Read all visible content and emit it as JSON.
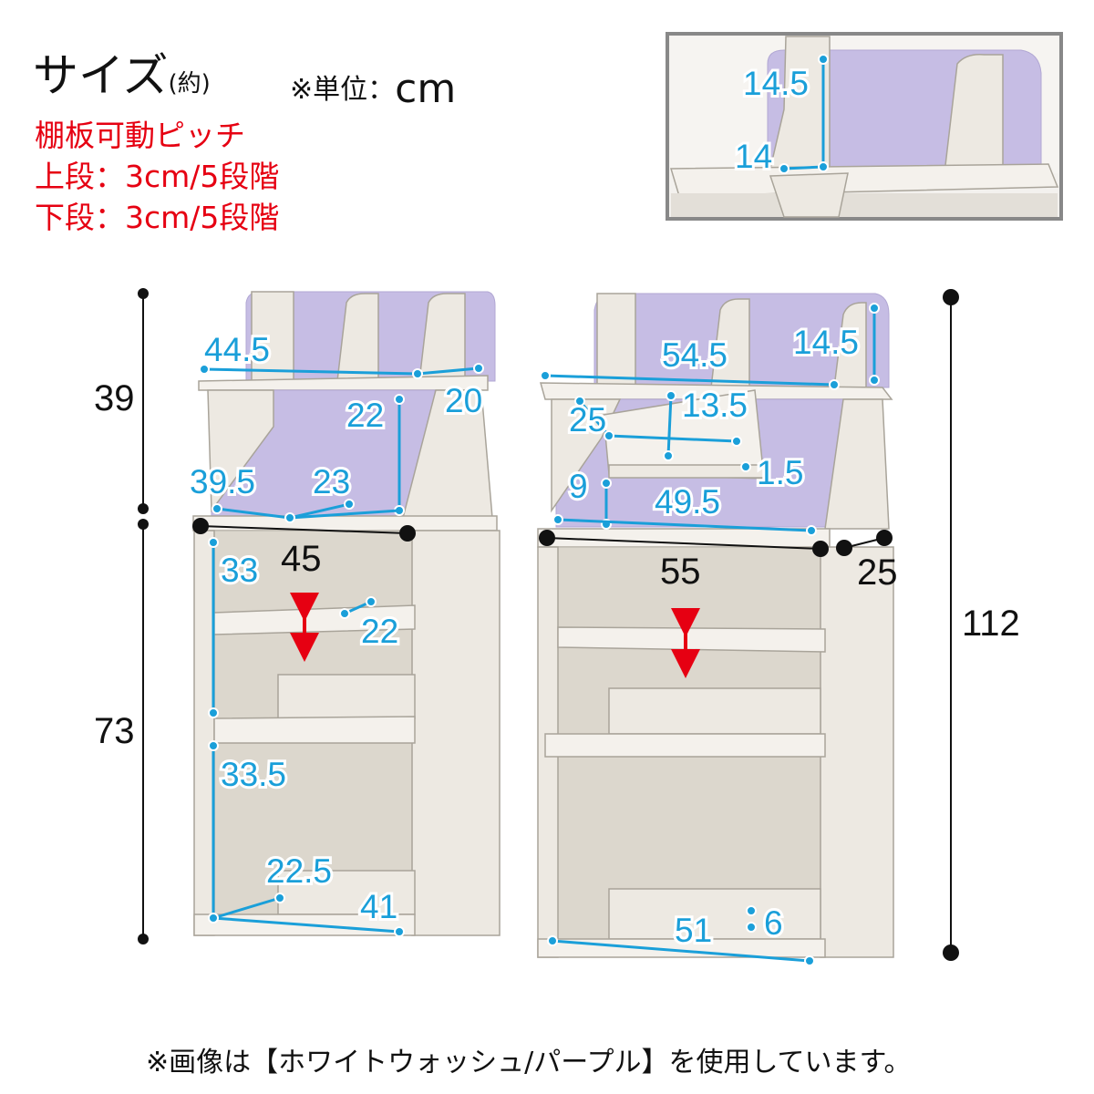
{
  "header": {
    "title": "サイズ",
    "title_note": "(約)",
    "unit_label": "※単位：",
    "unit_value": "cm"
  },
  "shelf_pitch": {
    "heading": "棚板可動ピッチ",
    "upper": "上段：3cm/5段階",
    "lower": "下段：3cm/5段階"
  },
  "inset": {
    "divider_height": "14.5",
    "divider_depth": "14"
  },
  "left_unit": {
    "top_section_height": "39",
    "bottom_section_height": "73",
    "top_width": "44.5",
    "top_depth": "20",
    "hutch_inner_height": "22",
    "hutch_inner_width": "39.5",
    "hutch_inner_depth": "23",
    "width": "45",
    "upper_space_height": "33",
    "shelf_depth": "22",
    "lower_space_height": "33.5",
    "bottom_depth": "22.5",
    "bottom_width": "41"
  },
  "right_unit": {
    "top_width": "54.5",
    "divider_height": "14.5",
    "board_height": "25",
    "board_width": "13.5",
    "board_lip": "1.5",
    "hutch_inner_height": "9",
    "hutch_inner_width": "49.5",
    "width": "55",
    "depth": "25",
    "total_height": "112",
    "bottom_width": "51",
    "bottom_lip": "6"
  },
  "colors": {
    "dimension_blue": "#1a9fd9",
    "accent_red": "#e60012",
    "panel_purple": "#c6bde4",
    "wood_white": "#ede9e2"
  },
  "footer": {
    "note": "※画像は【ホワイトウォッシュ/パープル】を使用しています。"
  }
}
